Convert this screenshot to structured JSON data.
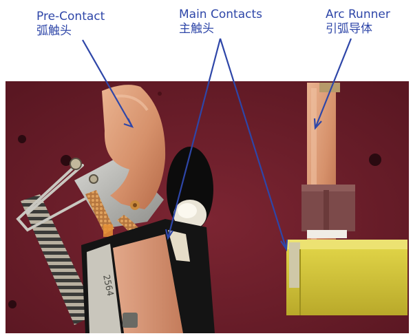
{
  "labels": {
    "pre_contact": {
      "en": "Pre-Contact",
      "zh": "弧触头"
    },
    "main_contacts": {
      "en": "Main Contacts",
      "zh": "主触头"
    },
    "arc_runner": {
      "en": "Arc Runner",
      "zh": "引弧导体"
    }
  },
  "photo_text": {
    "engraving": "2564"
  },
  "colors": {
    "background_panel": "#6e1f2c",
    "copper": "#d79872",
    "annotation": "#2e46a8",
    "yellow_block": "#d9cc3a"
  }
}
